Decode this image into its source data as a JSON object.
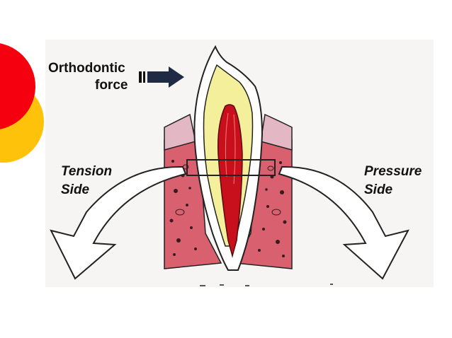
{
  "labels": {
    "force_line1": "Orthodontic",
    "force_line2": "force",
    "tension_line1": "Tension",
    "tension_line2": "Side",
    "pressure_line1": "Pressure",
    "pressure_line2": "Side"
  },
  "colors": {
    "circle_red": "#f5000e",
    "circle_yellow": "#ffc20a",
    "enamel_yellow": "#f4ef9b",
    "pulp_red": "#c8101c",
    "bone_pink": "#d9606e",
    "gingiva_pink": "#e3b8c4"
  }
}
